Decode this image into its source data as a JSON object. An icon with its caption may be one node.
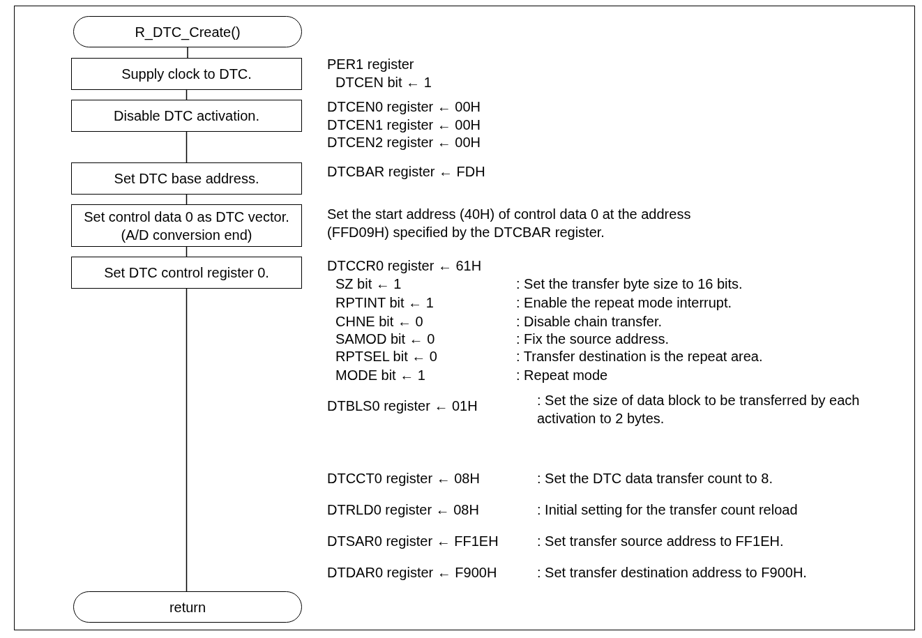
{
  "diagram": {
    "nodes": [
      {
        "text": [
          "R_DTC_Create()"
        ]
      },
      {
        "text": [
          "Supply clock to DTC."
        ]
      },
      {
        "text": [
          "Disable DTC activation."
        ]
      },
      {
        "text": [
          "Set DTC base address."
        ]
      },
      {
        "text": [
          "Set control data 0 as DTC vector. (A/D conversion end)"
        ]
      },
      {
        "text": [
          "Set DTC control register 0."
        ]
      },
      {
        "text": [
          "return"
        ]
      }
    ],
    "edges": [
      {
        "from": 0,
        "to": 1,
        "arrow": "none"
      },
      {
        "from": 1,
        "to": 2,
        "arrow": "none"
      },
      {
        "from": 2,
        "to": 3,
        "arrow": "none"
      },
      {
        "from": 3,
        "to": 4,
        "arrow": "none"
      },
      {
        "from": 4,
        "to": 5,
        "arrow": "none"
      },
      {
        "from": 5,
        "to": 6,
        "arrow": "none"
      }
    ],
    "labels": [
      "PER1 register",
      "DTCEN bit ← 1",
      "DTCEN0 register ← 00H",
      "DTCEN1 register ← 00H",
      "DTCEN2 register ← 00H",
      "DTCBAR register ← FDH",
      "Set the start address (40H) of control data 0 at the address (FFD09H) specified by the DTCBAR register.",
      "DTCCR0 register ← 61H",
      "SZ bit ← 1",
      ": Set the transfer byte size to 16 bits.",
      "RPTINT bit ← 1",
      ": Enable the repeat mode interrupt.",
      "CHNE bit ← 0",
      ": Disable chain transfer.",
      "SAMOD bit ← 0",
      ": Fix the source address.",
      "RPTSEL bit ← 0",
      ": Transfer destination is the repeat area.",
      "MODE bit ← 1",
      ": Repeat mode",
      "DTBLS0 register ← 01H",
      ": Set the size of data block to be transferred by each activation to 2 bytes.",
      "DTCCT0 register ← 08H",
      ": Set the DTC data transfer count to 8.",
      "DTRLD0 register ← 08H",
      ": Initial setting for the transfer count reload",
      "DTSAR0 register ← FF1EH",
      ": Set transfer source address to FF1EH.",
      "DTDAR0 register ← F900H",
      ": Set transfer destination address to F900H."
    ]
  }
}
